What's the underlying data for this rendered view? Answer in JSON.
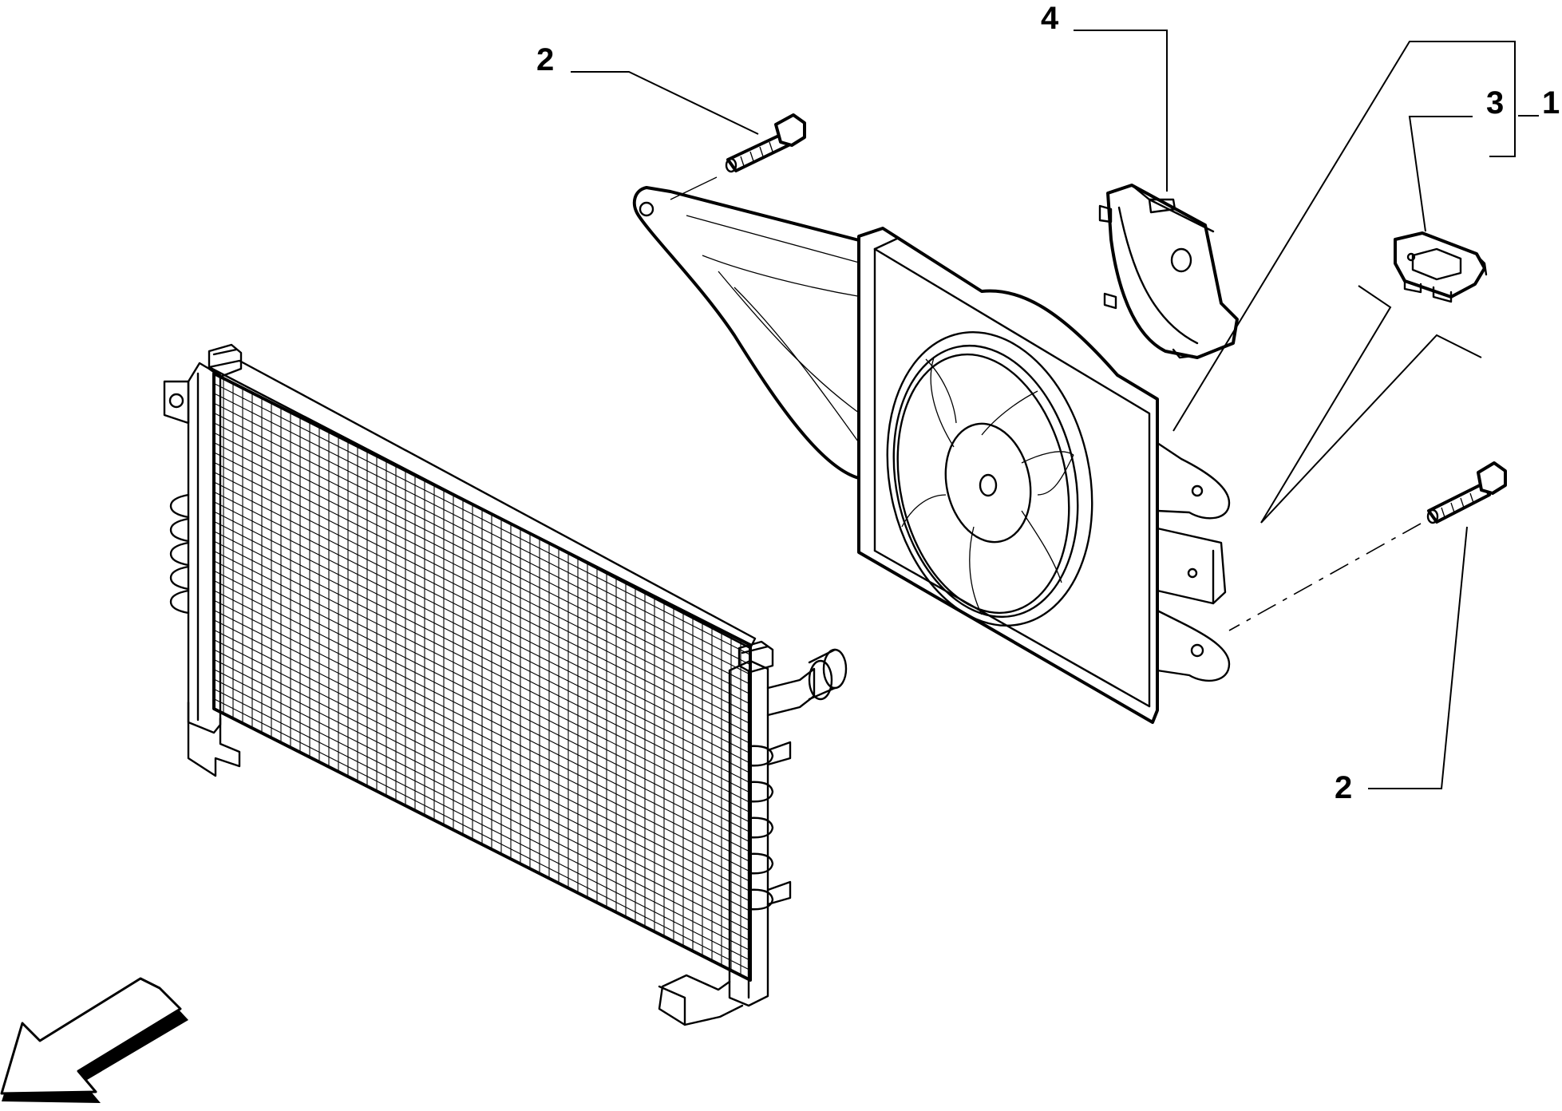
{
  "callouts": {
    "c1": "1",
    "c2_top": "2",
    "c2_bottom": "2",
    "c3": "3",
    "c4": "4"
  },
  "parts": [
    {
      "ref": "1",
      "icon": "fan-assembly-icon"
    },
    {
      "ref": "2",
      "icon": "bolt-icon"
    },
    {
      "ref": "3",
      "icon": "resistor-connector-icon"
    },
    {
      "ref": "4",
      "icon": "fan-motor-cover-icon"
    }
  ],
  "colors": {
    "ink": "#000000",
    "paper": "#ffffff"
  }
}
